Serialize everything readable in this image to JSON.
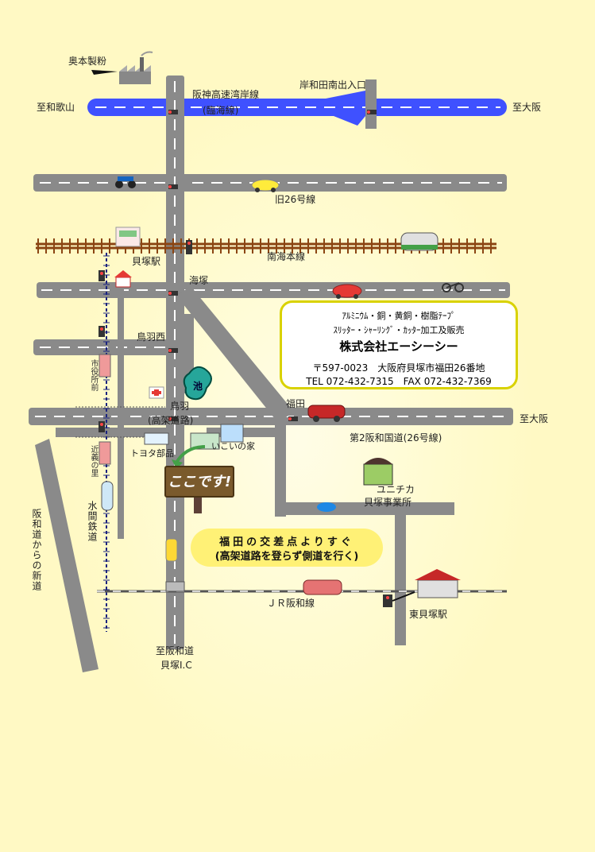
{
  "labels": {
    "okumoto": "奥本製粉",
    "to_wakayama": "至和歌山",
    "hanshin": "阪神高速湾岸線",
    "rinkai": "(臨海線)",
    "kishiwada_exit": "岸和田南出入口",
    "to_osaka_top": "至大阪",
    "old26": "旧26号線",
    "nankai": "南海本線",
    "kaizuka_sta": "貝塚駅",
    "kaizuka": "海塚",
    "toba_nishi": "鳥羽西",
    "ike": "池",
    "shiyakushomae": "市役所前",
    "fukuda": "福田",
    "to_osaka_mid": "至大阪",
    "toba": "鳥羽",
    "kouka": "(高架道路)",
    "dai2": "第2阪和国道(26号線)",
    "toyota": "トヨタ部品",
    "ikoi": "いこいの家",
    "kintetsu": "近義の里",
    "mizuma": "水間鉄道",
    "unitika": "ユニチカ",
    "unitika2": "貝塚事業所",
    "hanwa_new": "阪和道からの新道",
    "jr": "ＪＲ阪和線",
    "higashi_kaizuka": "東貝塚駅",
    "to_hanwa": "至阪和道",
    "kaizuka_ic": "貝塚I.C",
    "here": "ここです!"
  },
  "info": {
    "line1": "ｱﾙﾐﾆｳﾑ・銅・黄銅・樹脂ﾃｰﾌﾟ",
    "line2": "ｽﾘｯﾀｰ・ｼｬｰﾘﾝｸﾞ・ｶｯﾀｰ加工及販売",
    "company": "株式会社エーシーシー",
    "address": "〒597-0023　大阪府貝塚市福田26番地",
    "contact": "TEL  072-432-7315　FAX  072-432-7369"
  },
  "note": {
    "line1": "福田の交差点よりすぐ",
    "line2": "(高架道路を登らず側道を行く)"
  },
  "colors": {
    "background": "#fff9c4",
    "road": "#8a8a8a",
    "expressway": "#3f51ff",
    "box_border": "#d9d200",
    "note_fill": "#fff176"
  }
}
